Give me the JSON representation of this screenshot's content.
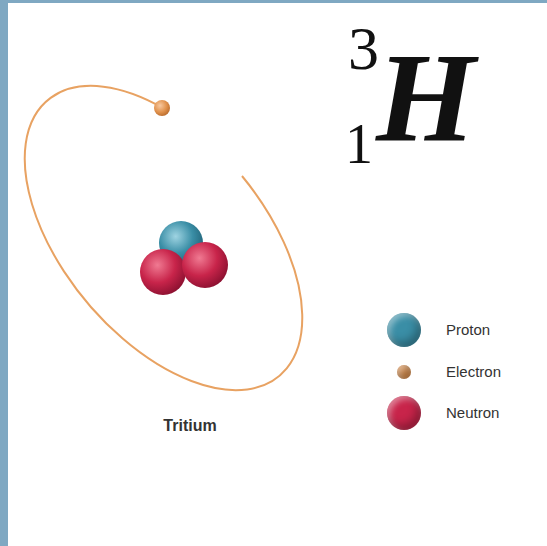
{
  "diagram": {
    "caption": "Tritium",
    "labels": [
      "3",
      "1",
      "H"
    ],
    "legend": [
      {
        "text": "Proton",
        "color": "#3a8ea6"
      },
      {
        "text": "Electron",
        "color": "#e0914c"
      },
      {
        "text": "Neutron",
        "color": "#c8244a"
      }
    ]
  }
}
